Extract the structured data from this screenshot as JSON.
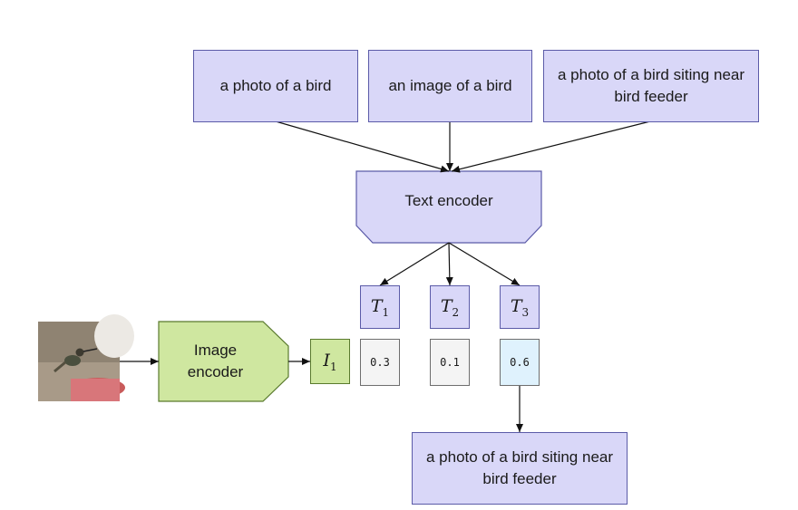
{
  "prompts": [
    "a photo of a bird",
    "an image of a bird",
    "a photo of a bird siting near bird feeder"
  ],
  "text_encoder": {
    "label": "Text encoder"
  },
  "image_encoder": {
    "label": "Image encoder"
  },
  "text_embeddings": [
    {
      "symbol": "T",
      "sub": "1"
    },
    {
      "symbol": "T",
      "sub": "2"
    },
    {
      "symbol": "T",
      "sub": "3"
    }
  ],
  "image_embedding": {
    "symbol": "I",
    "sub": "1"
  },
  "scores": [
    "0.3",
    "0.1",
    "0.6"
  ],
  "result": {
    "label": "a photo of a bird siting near bird feeder"
  },
  "colors": {
    "text_fill": "#d9d7f8",
    "text_stroke": "#5b5ba8",
    "image_fill": "#cfe7a0",
    "image_stroke": "#5a7a2e",
    "highlight_score": "#dff2fd"
  }
}
